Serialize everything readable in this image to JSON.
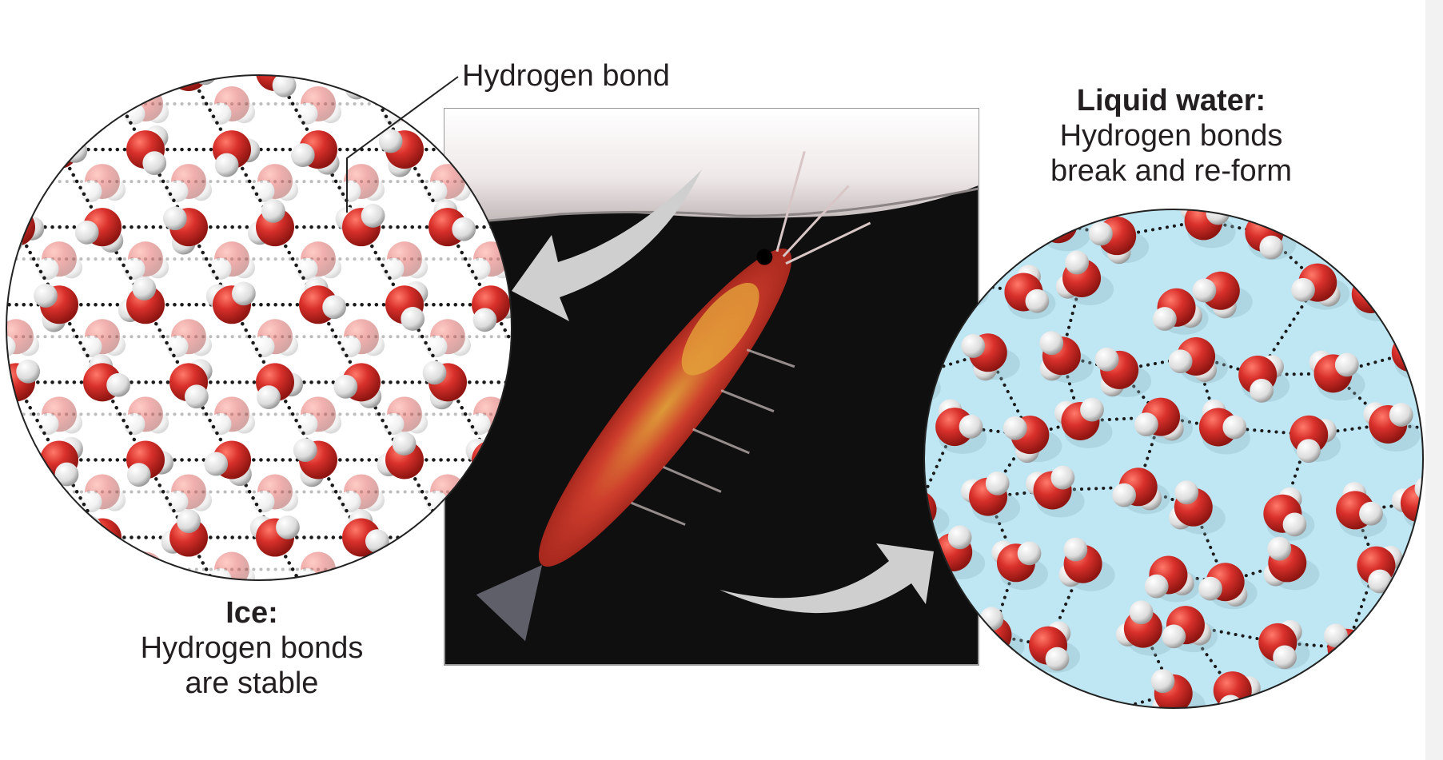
{
  "annotation": {
    "hydrogen_bond_label": "Hydrogen bond"
  },
  "ice": {
    "title": "Ice:",
    "line1": "Hydrogen bonds",
    "line2": "are stable"
  },
  "liquid": {
    "title": "Liquid water:",
    "line1": "Hydrogen bonds",
    "line2": "break and re-form"
  },
  "colors": {
    "oxygen": "#d9302b",
    "hydrogen": "#f1f1f1",
    "liquid_bg": "#bfe6f3",
    "photo_bg": "#0f0f0f",
    "arrow": "#cfcfcf",
    "bond_dot": "#1a1a1a"
  }
}
